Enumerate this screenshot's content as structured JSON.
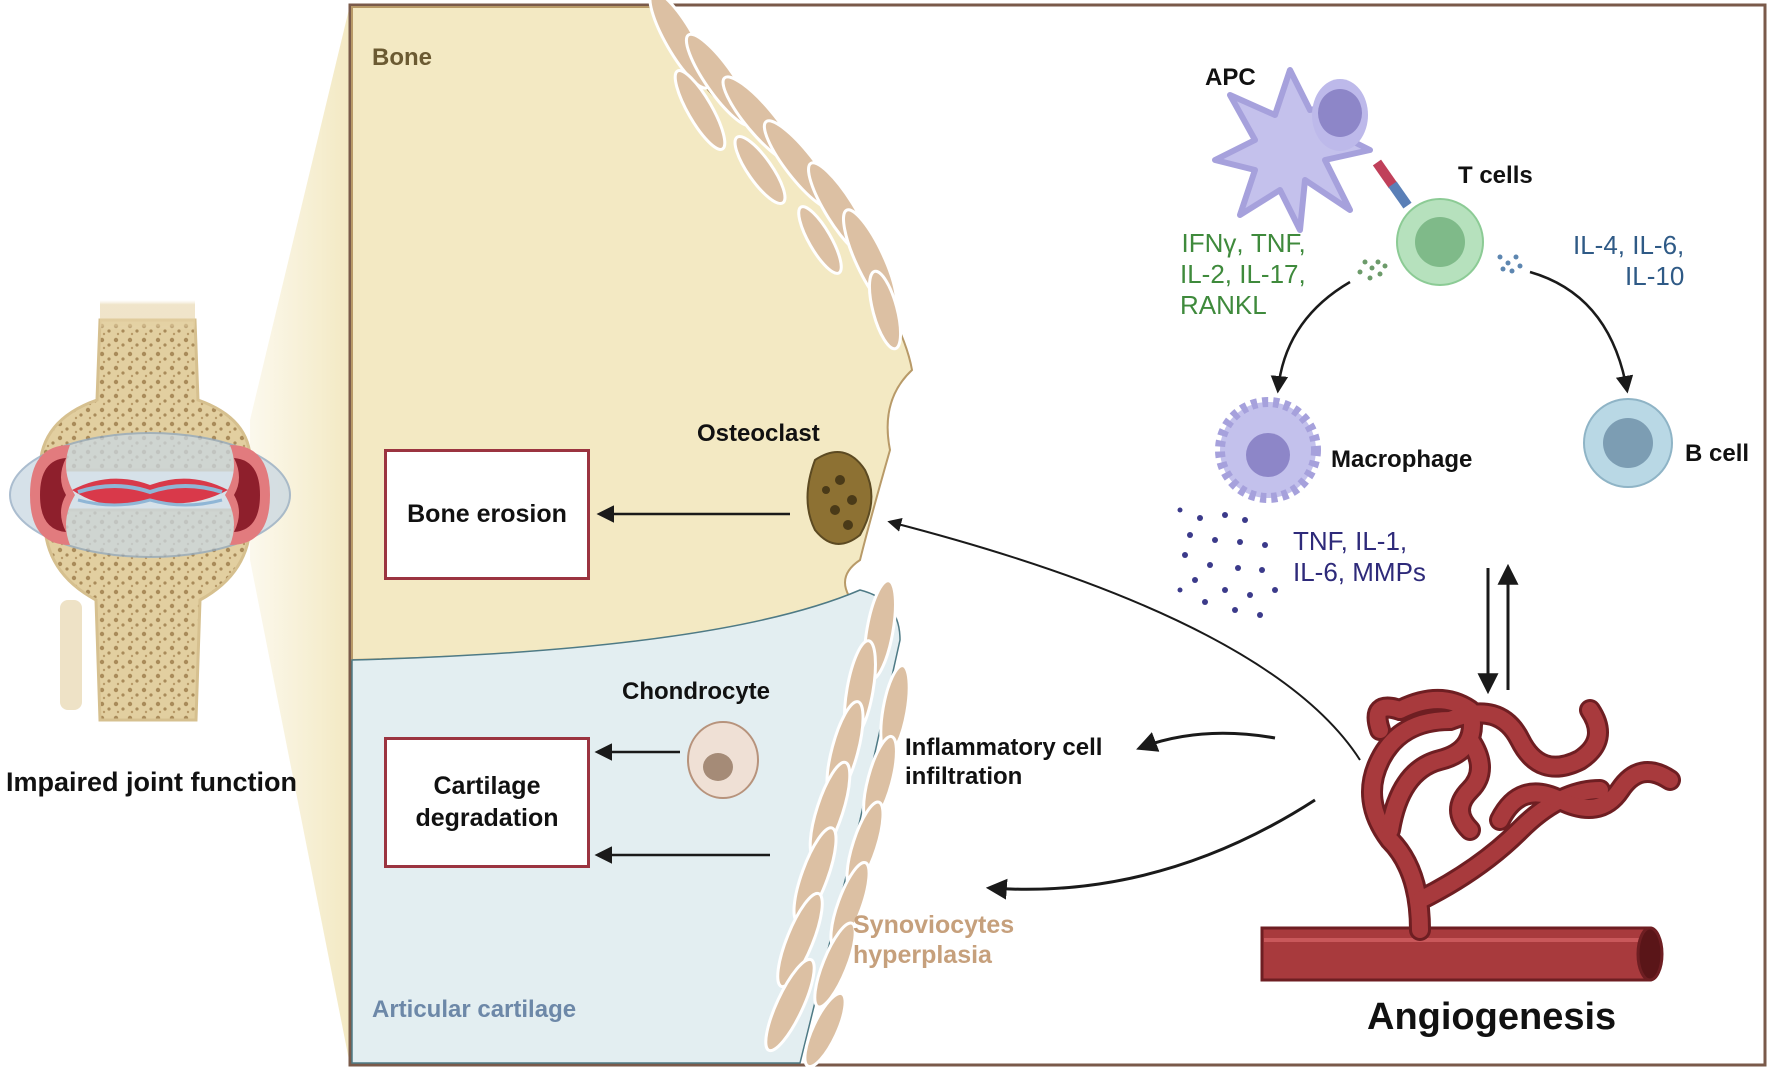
{
  "joint": {
    "caption": "Impaired joint function"
  },
  "regions": {
    "bone": "Bone",
    "cartilage": "Articular cartilage"
  },
  "cells": {
    "osteoclast": "Osteoclast",
    "chondrocyte": "Chondrocyte",
    "apc": "APC",
    "t_cells": "T cells",
    "macrophage": "Macrophage",
    "b_cell": "B cell"
  },
  "outcomes": {
    "bone_erosion": "Bone erosion",
    "cartilage_line1": "Cartilage",
    "cartilage_line2": "degradation"
  },
  "cytokines": {
    "th1_line1": "IFNγ, TNF,",
    "th1_line2": "IL-2, IL-17,",
    "th1_line3": "RANKL",
    "th2_line1": "IL-4, IL-6,",
    "th2_line2": "IL-10",
    "mac_line1": "TNF, IL-1,",
    "mac_line2": "IL-6, MMPs"
  },
  "processes": {
    "infiltration_line1": "Inflammatory cell",
    "infiltration_line2": "infiltration",
    "synovio_line1": "Synoviocytes",
    "synovio_line2": "hyperplasia",
    "angiogenesis": "Angiogenesis"
  },
  "colors": {
    "bone": "#f3e9c3",
    "cartilage": "#e3eef1",
    "frame": "#7a5a4a",
    "box_border": "#9b3440",
    "th1_text": "#3f8a3c",
    "th2_text": "#2f5a86",
    "mac_text": "#2e2a7a",
    "synovio_text": "#c6a07c",
    "cartilage_text": "#6d88a8",
    "bone_text": "#6b5a32",
    "vessel": "#a83a3d"
  }
}
